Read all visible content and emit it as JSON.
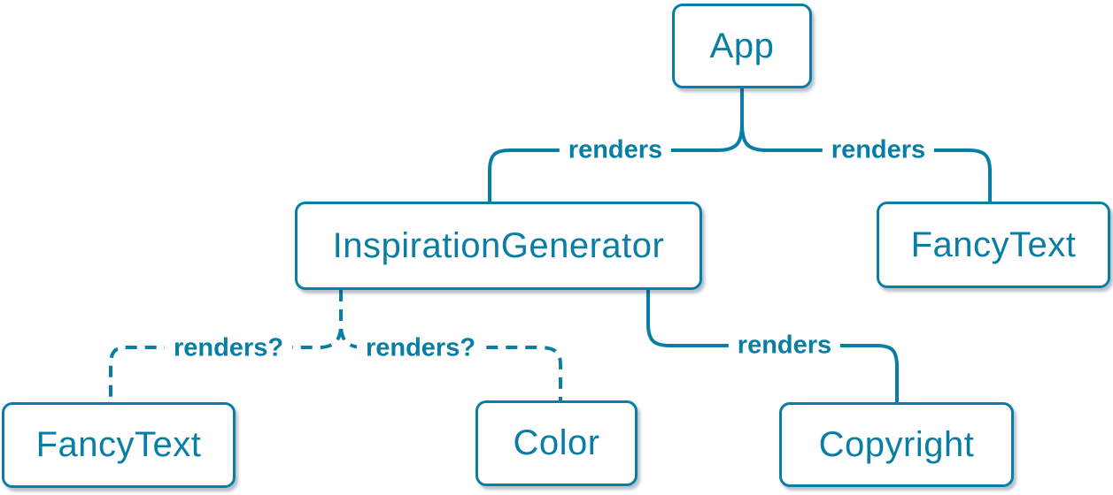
{
  "diagram": {
    "type": "component-render-tree",
    "colors": {
      "accent": "#087ea4",
      "node_background": "#ffffff",
      "page_background": "#ffffff"
    },
    "nodes": [
      {
        "id": "app",
        "label": "App"
      },
      {
        "id": "inspiration-generator",
        "label": "InspirationGenerator"
      },
      {
        "id": "fancy-text-top",
        "label": "FancyText"
      },
      {
        "id": "fancy-text-bottom",
        "label": "FancyText"
      },
      {
        "id": "color",
        "label": "Color"
      },
      {
        "id": "copyright",
        "label": "Copyright"
      }
    ],
    "edges": [
      {
        "from": "App",
        "to": "InspirationGenerator",
        "label": "renders",
        "style": "solid"
      },
      {
        "from": "App",
        "to": "FancyText",
        "label": "renders",
        "style": "solid"
      },
      {
        "from": "InspirationGenerator",
        "to": "FancyText",
        "label": "renders?",
        "style": "dashed"
      },
      {
        "from": "InspirationGenerator",
        "to": "Color",
        "label": "renders?",
        "style": "dashed"
      },
      {
        "from": "InspirationGenerator",
        "to": "Copyright",
        "label": "renders",
        "style": "solid"
      }
    ]
  }
}
